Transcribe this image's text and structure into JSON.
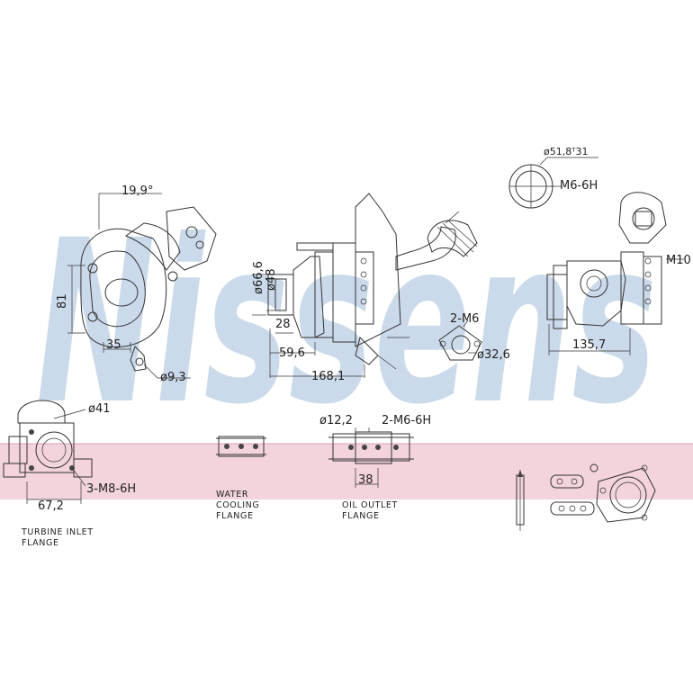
{
  "watermark": "Nissens",
  "colors": {
    "band": "#f3d3dc",
    "band_line": "#d9a2b2",
    "watermark": "#c6d6e8"
  },
  "dimensions": {
    "angle": "19,9°",
    "height_81": "81",
    "width_35": "35",
    "dia_9_3": "ø9,3",
    "dia_66_6": "ø66,6",
    "dia_48": "ø48",
    "len_28": "28",
    "len_59_6": "59,6",
    "len_168_1": "168,1",
    "dia_51_87": "ø51,8ᵀ31",
    "thread_m6": "M6-6H",
    "thread_m10": "M10",
    "len_135_7": "135,7",
    "two_m6": "2-M6",
    "dia_32_6": "ø32,6",
    "dia_41": "ø41",
    "three_m8": "3-M8-6H",
    "len_67_2": "67,2",
    "dia_12_2": "ø12,2",
    "two_m6_6h": "2-M6-6H",
    "len_38": "38"
  },
  "captions": {
    "turbine_inlet": [
      "TURBINE INLET",
      "FLANGE"
    ],
    "water_cooling": [
      "WATER",
      "COOLING",
      "FLANGE"
    ],
    "oil_outlet": [
      "OIL OUTLET",
      "FLANGE"
    ]
  }
}
